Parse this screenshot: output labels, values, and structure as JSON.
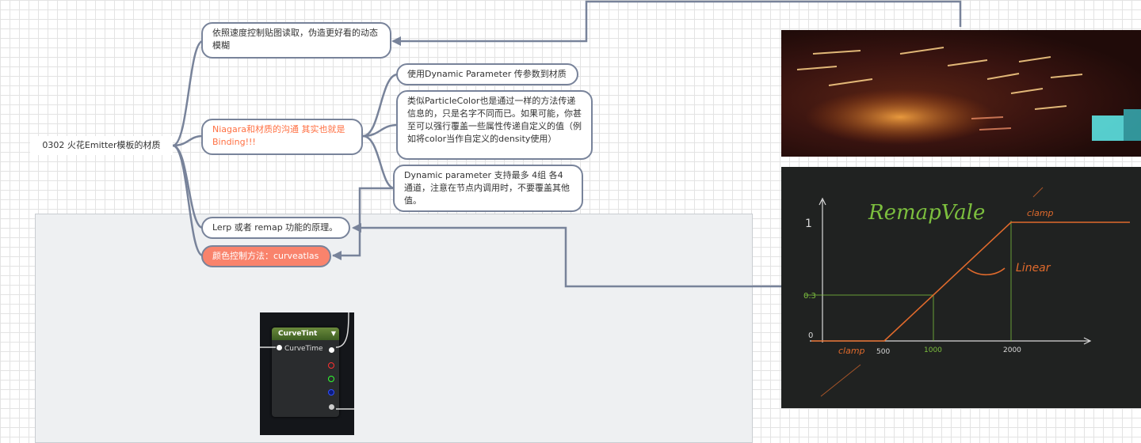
{
  "root": {
    "label": "0302 火花Emitter模板的材质"
  },
  "nodes": [
    {
      "id": "n1",
      "text": "依照速度控制贴图读取，伪造更好看的动态模糊"
    },
    {
      "id": "n2",
      "text": "Niagara和材质的沟通 其实也就是Binding!!!"
    },
    {
      "id": "n3",
      "text": "Lerp 或者 remap 功能的原理。"
    },
    {
      "id": "n4",
      "text": "颜色控制方法：curveatlas"
    },
    {
      "id": "n5",
      "text": "使用Dynamic Parameter 传参数到材质"
    },
    {
      "id": "n6",
      "text": "类似ParticleColor也是通过一样的方法传递信息的，只是名字不同而已。如果可能，你甚至可以强行覆盖一些属性传递自定义的值（例如将color当作自定义的density使用）"
    },
    {
      "id": "n7",
      "text": "Dynamic parameter 支持最多 4组 各4 通道，注意在节点内调用时，不要覆盖其他值。"
    }
  ],
  "sketch": {
    "title": "RemapVale",
    "y_axis": "1",
    "y_mark": "0.3",
    "origin": "0",
    "x_ticks": [
      "500",
      "1000",
      "2000"
    ],
    "clamp_low": "clamp",
    "clamp_high": "clamp",
    "linear": "Linear"
  },
  "curve_node": {
    "title": "CurveTint",
    "input": "CurveTime",
    "pin_colors": [
      "#ffffff",
      "#ff3030",
      "#30ff30",
      "#3050ff",
      "#cccccc"
    ]
  },
  "colors": {
    "wire": "#78839a",
    "accent": "#ff7043",
    "filled": "#f9836c"
  }
}
